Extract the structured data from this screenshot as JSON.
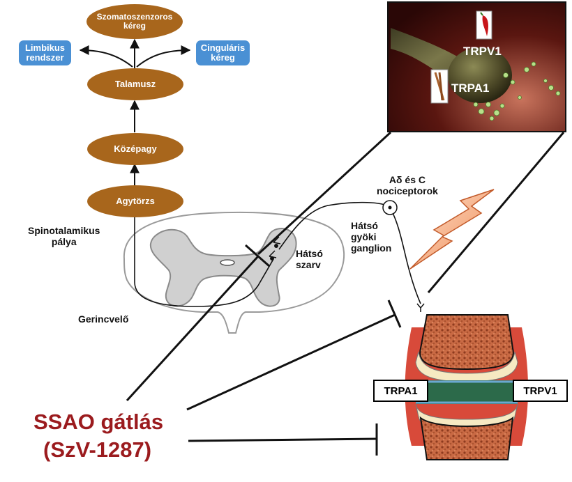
{
  "brain_pathway": {
    "cortex": "Szomatoszenzoros\nkéreg",
    "limbic": "Limbikus\nrendszer",
    "cingulate": "Cinguláris\nkéreg",
    "thalamus": "Talamusz",
    "midbrain": "Középagy",
    "brainstem": "Agytörzs"
  },
  "spinal": {
    "tract": "Spinotalamikus\npálya",
    "cord": "Gerincvelő",
    "dorsal_horn": "Hátsó\nszarv",
    "ganglion": "Hátsó\ngyöki\nganglion",
    "nociceptors": "Aδ és C\nnociceptorok"
  },
  "inset": {
    "trpv1": "TRPV1",
    "trpa1": "TRPA1"
  },
  "joint": {
    "left_receptor": "TRPA1",
    "right_receptor": "TRPV1"
  },
  "inhibitor": {
    "line1": "SSAO gátlás",
    "line2": "(SzV-1287)"
  },
  "colors": {
    "node_fill": "#a8661c",
    "side_node_fill": "#4a90d4",
    "inhibitor_text": "#9b1b1e",
    "lightning": "#f4a070"
  }
}
